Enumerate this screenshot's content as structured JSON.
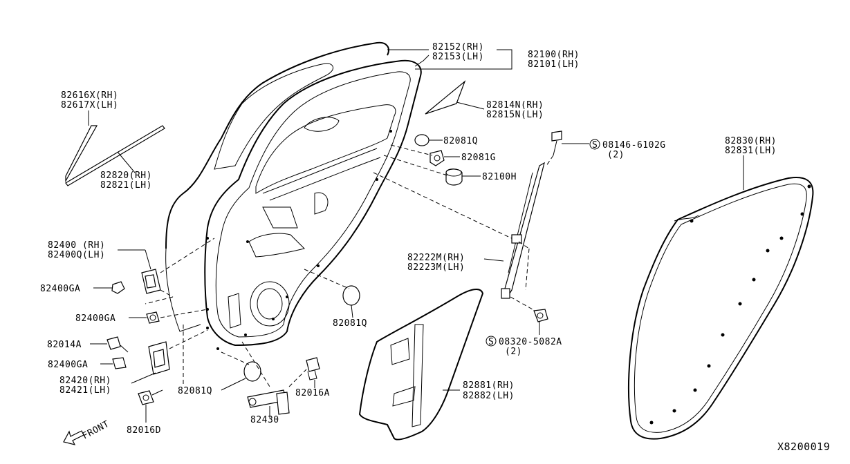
{
  "diagram": {
    "code": "X8200019",
    "front_label": "FRONT",
    "labels": {
      "p82152": "82152(RH)",
      "p82153": "82153(LH)",
      "p82100": "82100(RH)",
      "p82101": "82101(LH)",
      "p82616": "82616X(RH)",
      "p82617": "82617X(LH)",
      "p82814": "82814N(RH)",
      "p82815": "82815N(LH)",
      "p82081q_a": "82081Q",
      "p82081g": "82081G",
      "p82100h": "82100H",
      "p08146": "08146-6102G",
      "p08146_qty": "(2)",
      "p82820": "82820(RH)",
      "p82821": "82821(LH)",
      "p82830": "82830(RH)",
      "p82831": "82831(LH)",
      "p82400": "82400 (RH)",
      "p82400q": "82400Q(LH)",
      "p82222": "82222M(RH)",
      "p82223": "82223M(LH)",
      "p82400ga_a": "82400GA",
      "p82400ga_b": "82400GA",
      "p82081q_b": "82081Q",
      "p82014a": "82014A",
      "p08320": "08320-5082A",
      "p08320_qty": "(2)",
      "p82400ga_c": "82400GA",
      "p82420": "82420(RH)",
      "p82421": "82421(LH)",
      "p82081q_c": "82081Q",
      "p82016a": "82016A",
      "p82881": "82881(RH)",
      "p82882": "82882(LH)",
      "p82016d": "82016D",
      "p82430": "82430",
      "s_symbol": "S"
    }
  }
}
